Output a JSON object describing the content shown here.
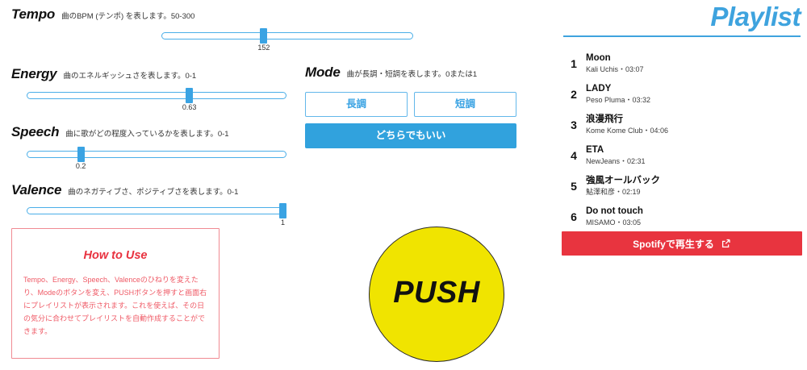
{
  "params": [
    {
      "name": "Tempo",
      "desc": "曲のBPM (テンポ) を表します。50-300",
      "value": "152",
      "percent": 40.4
    },
    {
      "name": "Energy",
      "desc": "曲のエネルギッシュさを表します。0-1",
      "value": "0.63",
      "percent": 63
    },
    {
      "name": "Speech",
      "desc": "曲に歌がどの程度入っているかを表します。0-1",
      "value": "0.2",
      "percent": 20
    },
    {
      "name": "Valence",
      "desc": "曲のネガティブさ、ポジティブさを表します。0-1",
      "value": "1",
      "percent": 100
    }
  ],
  "mode": {
    "name": "Mode",
    "desc": "曲が長調・短調を表します。0または1",
    "major_label": "長調",
    "minor_label": "短調",
    "any_label": "どちらでもいい",
    "selected": "any"
  },
  "howto": {
    "title": "How to Use",
    "body": "Tempo、Energy、Speech、Valenceのひねりを変えたり、Modeのボタンを変え、PUSHボタンを押すと画面右にプレイリストが表示されます。これを使えば、その日の気分に合わせてプレイリストを自動作成することができます。"
  },
  "push": {
    "label": "PUSH"
  },
  "playlist": {
    "title": "Playlist",
    "tracks": [
      {
        "index": "1",
        "title": "Moon",
        "sub": "Kali Uchis・03:07"
      },
      {
        "index": "2",
        "title": "LADY",
        "sub": "Peso Pluma・03:32"
      },
      {
        "index": "3",
        "title": "浪漫飛行",
        "sub": "Kome Kome Club・04:06"
      },
      {
        "index": "4",
        "title": "ETA",
        "sub": "NewJeans・02:31"
      },
      {
        "index": "5",
        "title": "強風オールバック",
        "sub": "鮎澤和彦・02:19"
      },
      {
        "index": "6",
        "title": "Do not touch",
        "sub": "MISAMO・03:05"
      }
    ],
    "spotify_label": "Spotifyで再生する"
  },
  "colors": {
    "accent_blue": "#3aa3e3",
    "spotify_red": "#e8343f",
    "push_yellow": "#f0e400",
    "howto_red": "#ef5a66",
    "green_edge": "#9ed08a"
  }
}
